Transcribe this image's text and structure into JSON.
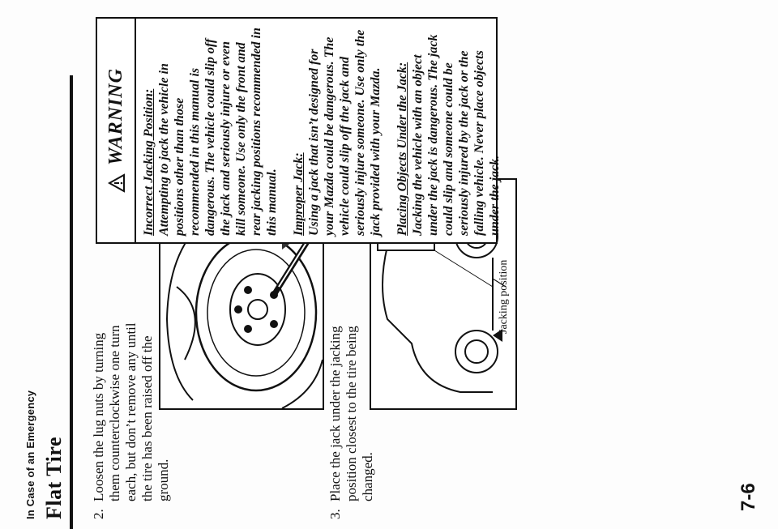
{
  "header": {
    "section": "In Case of an Emergency",
    "title": "Flat Tire"
  },
  "page_number": "7-6",
  "steps": [
    {
      "number": "2.",
      "text": "Loosen the lug nuts by turning them counterclockwise one turn each, but don’t remove any until the tire has been raised off the ground."
    },
    {
      "number": "3.",
      "text": "Place the jack under the jacking position closest to the tire being changed."
    }
  ],
  "figure2": {
    "label": "Jacking position"
  },
  "warning": {
    "title": "WARNING",
    "sections": [
      {
        "heading": "Incorrect Jacking Position:",
        "text": "Attempting to jack the vehicle in positions other than those recommended in this manual is dangerous. The vehicle could slip off the jack and seriously injure or even kill someone. Use only the front and rear jacking positions recommended in this manual."
      },
      {
        "heading": "Improper Jack:",
        "text": "Using a jack that isn’t designed for your Mazda could be dangerous. The vehicle could slip off the jack and seriously injure someone. Use only the jack provided with your Mazda."
      },
      {
        "heading": "Placing Objects Under the Jack:",
        "text": "Jacking the vehicle with an object under the jack is dangerous. The jack could slip and someone could be seriously injured by the jack or the falling vehicle. Never place objects under the jack."
      }
    ]
  }
}
